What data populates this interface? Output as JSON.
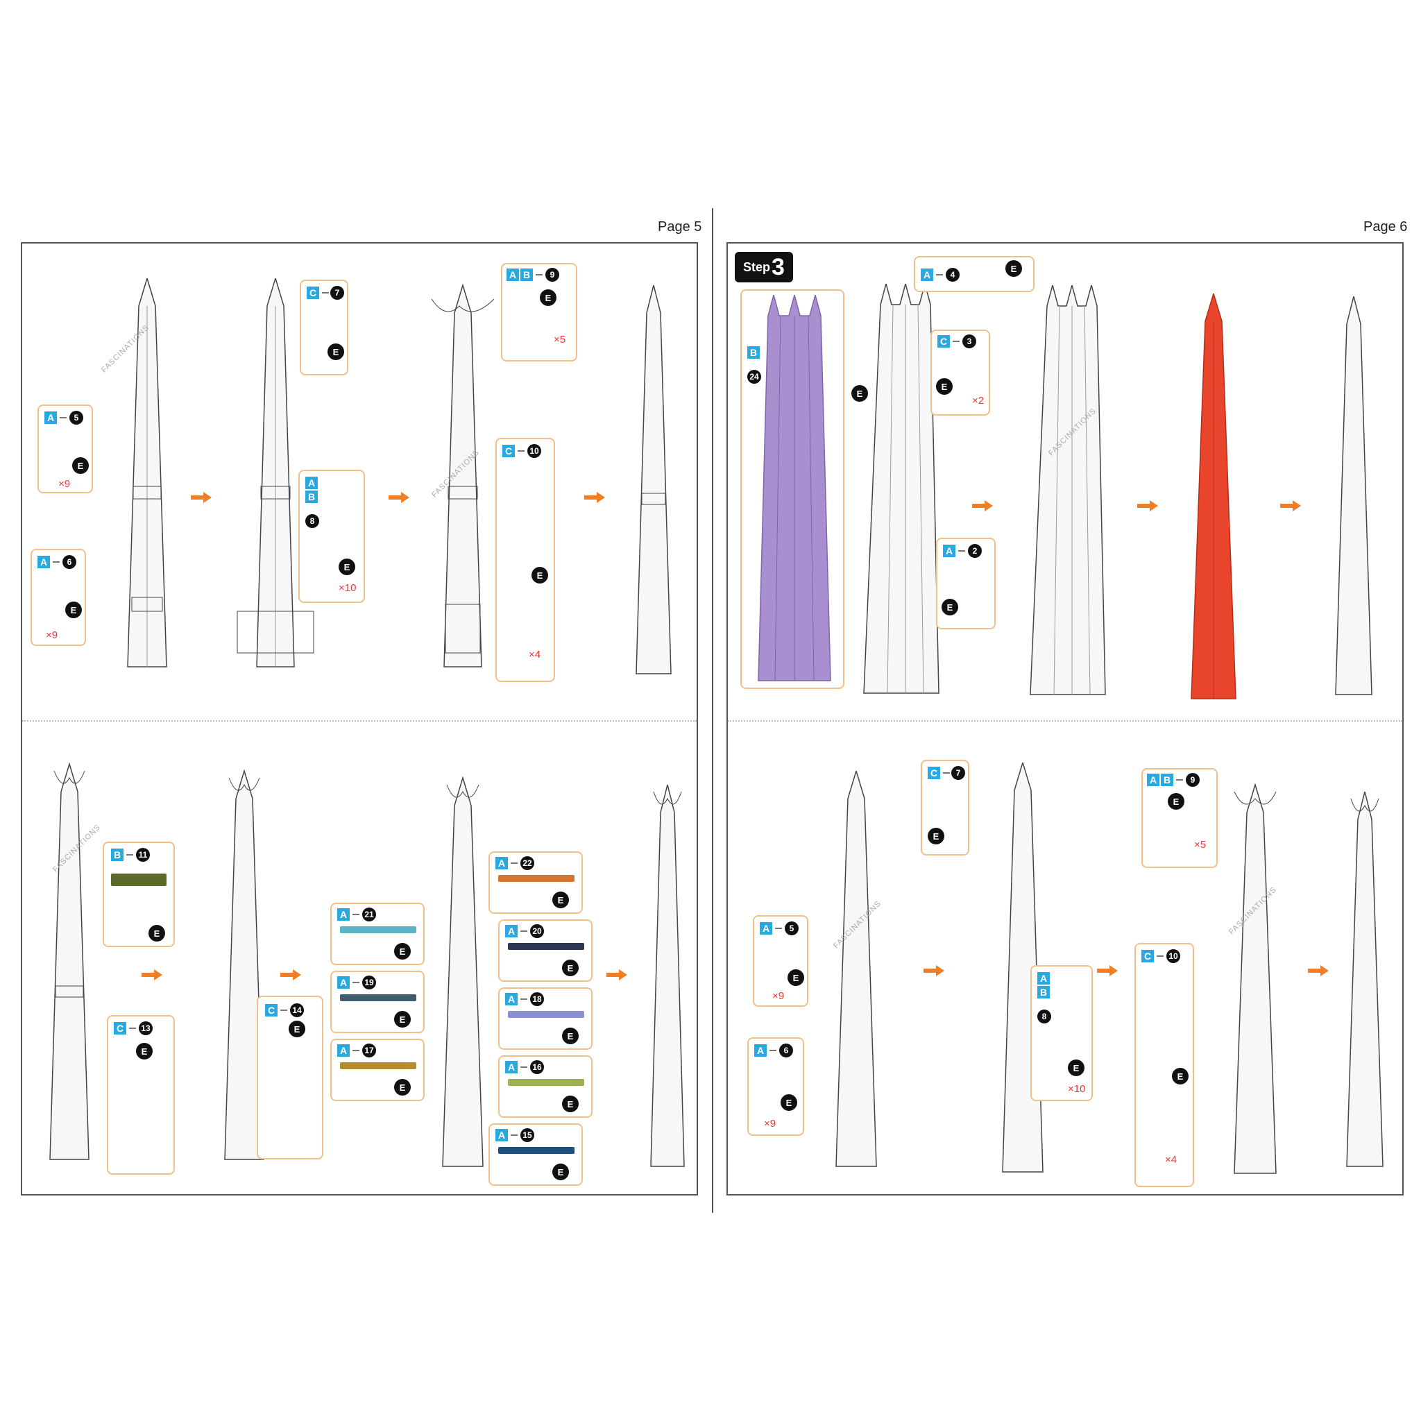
{
  "pages": [
    {
      "label": "Page 5"
    },
    {
      "label": "Page 6",
      "step_label": "Step",
      "step_number": "3"
    }
  ],
  "brand_watermark": "FASCINATIONS",
  "sheet_letters": {
    "A": "A",
    "B": "B",
    "C": "C",
    "E": "E"
  },
  "counts": {
    "n2": "2",
    "n3": "3",
    "n4": "4",
    "n5": "5",
    "n6": "6",
    "n7": "7",
    "n8": "8",
    "n9": "9",
    "n10": "10",
    "n11": "11",
    "n13": "13",
    "n14": "14",
    "n15": "15",
    "n16": "16",
    "n17": "17",
    "n18": "18",
    "n19": "19",
    "n20": "20",
    "n21": "21",
    "n22": "22",
    "n24": "24"
  },
  "multipliers": {
    "x2": "×2",
    "x4": "×4",
    "x5": "×5",
    "x9": "×9",
    "x10": "×10"
  },
  "colors": {
    "accent_orange": "#f07e26",
    "chip_blue": "#29a9df",
    "callout_border": "#f1c08a",
    "tower_purple": "#a98ed0",
    "tower_red": "#e8452c",
    "part_olive": "#5c6a2a",
    "part_orange": "#d7762a",
    "part_teal": "#5cb4c8",
    "part_slate": "#3f5d6d",
    "part_navy": "#2e3550",
    "part_lavender": "#8b8ed0",
    "part_khaki": "#b48c2e",
    "part_lime": "#9bb04e",
    "part_deepblue": "#1e4f7c"
  }
}
